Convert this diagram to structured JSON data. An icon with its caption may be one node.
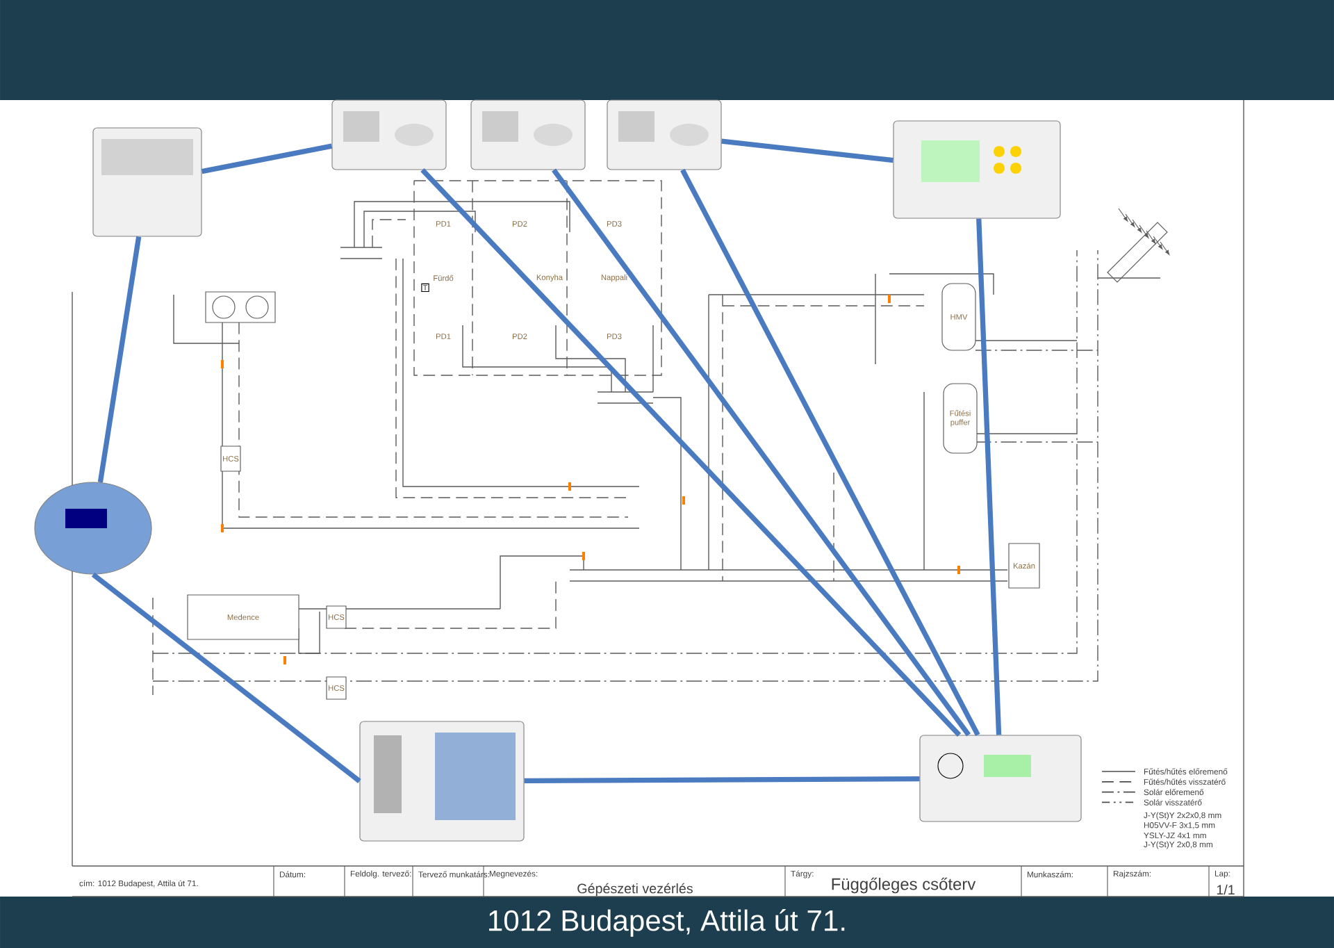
{
  "diagram": {
    "nodes": [
      {
        "text": [],
        "shape": "picture"
      },
      {
        "text": [],
        "shape": "picture"
      },
      {
        "text": [],
        "shape": "picture"
      },
      {
        "text": [],
        "shape": "picture"
      },
      {
        "text": [],
        "shape": "picture"
      },
      {
        "text": [],
        "shape": "picture"
      },
      {
        "text": [],
        "shape": "picture"
      },
      {
        "text": [],
        "shape": "picture"
      },
      {
        "text": [
          "Fürdő"
        ]
      },
      {
        "text": [
          "Konyha"
        ]
      },
      {
        "text": [
          "Nappali"
        ]
      },
      {
        "text": [
          "HMV"
        ]
      },
      {
        "text": [
          "Fűtési puffer"
        ]
      },
      {
        "text": [
          "Kazán"
        ]
      },
      {
        "text": [
          "Medence"
        ]
      },
      {
        "text": [
          "HCS"
        ]
      },
      {
        "text": [
          "HCS"
        ]
      },
      {
        "text": [
          "HCS"
        ]
      }
    ],
    "edges": [
      {
        "from": 0,
        "to": 1,
        "arrow": "none"
      },
      {
        "from": 0,
        "to": 5,
        "arrow": "none"
      },
      {
        "from": 1,
        "to": 7,
        "arrow": "none"
      },
      {
        "from": 2,
        "to": 7,
        "arrow": "none"
      },
      {
        "from": 3,
        "to": 7,
        "arrow": "none"
      },
      {
        "from": 3,
        "to": 4,
        "arrow": "none"
      },
      {
        "from": 4,
        "to": 7,
        "arrow": "none"
      },
      {
        "from": 5,
        "to": 6,
        "arrow": "none"
      },
      {
        "from": 6,
        "to": 7,
        "arrow": "none"
      }
    ],
    "labels": [
      "PD1",
      "PD2",
      "PD3",
      "T",
      "PD1",
      "PD2",
      "PD3",
      "J-Y(St)Y 2x2x0,8 mm",
      "H05VV-F 3x1,5 mm",
      "YSLY-JZ 4x1 mm",
      "J-Y(St)Y 2x0,8 mm",
      "cím: 1012 Budapest, Attila út 71.",
      "Dátum:",
      "Feldolg. tervező:",
      "Tervező munkatárs:",
      "Megnevezés:",
      "Gépészeti vezérlés",
      "Tárgy:",
      "Függőleges csőterv",
      "Munkaszám:",
      "Rajzszám:",
      "Lap:",
      "1/1",
      "1012 Budapest, Attila út 71."
    ],
    "legend": [
      {
        "text": "Fűtés/hűtés előremenő"
      },
      {
        "text": "Fűtés/hűtés visszatérő"
      },
      {
        "text": "Solár előremenő"
      },
      {
        "text": "Solár visszatérő"
      }
    ]
  }
}
